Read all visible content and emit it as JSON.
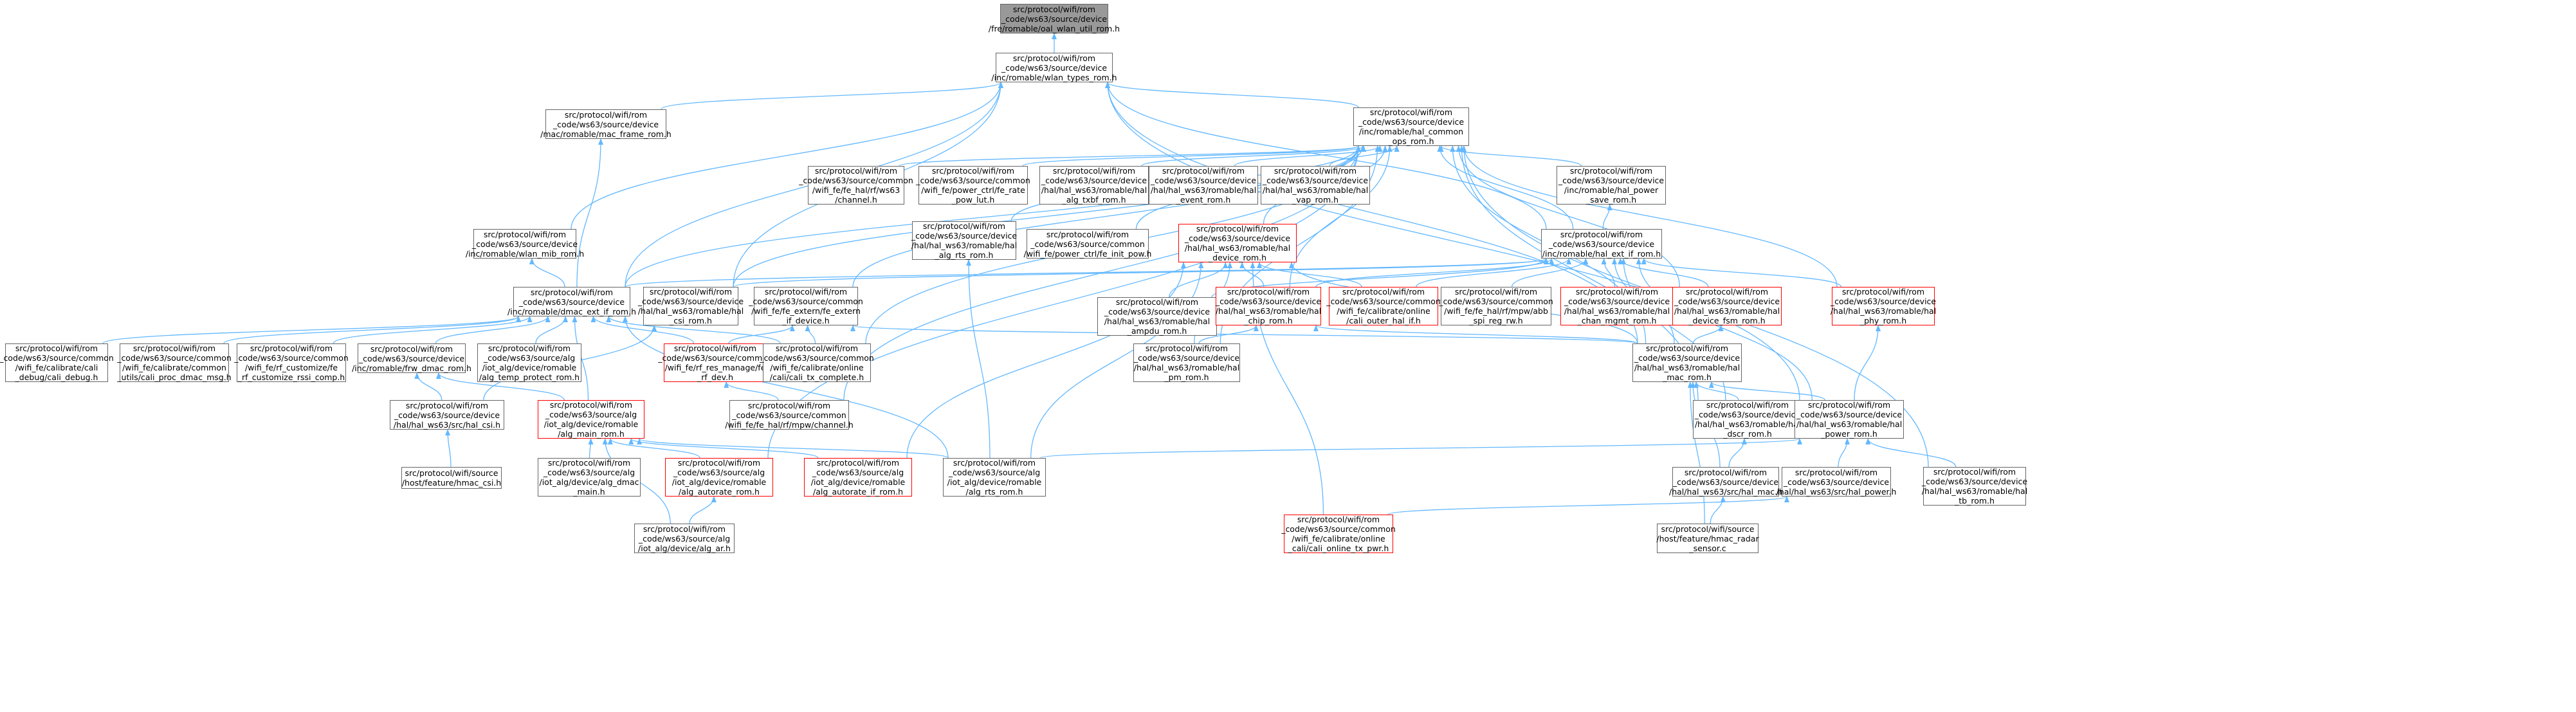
{
  "graph": {
    "arrow_color": "#63b8ff",
    "root_fill": "#999999",
    "highlight_border": "#ff0000",
    "nodes": [
      {
        "id": "n0",
        "lines": [
          "src/protocol/wifi/rom",
          "_code/ws63/source/device",
          "/fre/romable/oal_wlan_util_rom.h"
        ],
        "style": "root"
      },
      {
        "id": "n1",
        "lines": [
          "src/protocol/wifi/rom",
          "_code/ws63/source/device",
          "/inc/romable/wlan_types_rom.h"
        ]
      },
      {
        "id": "n2",
        "lines": [
          "src/protocol/wifi/rom",
          "_code/ws63/source/device",
          "/mac/romable/mac_frame_rom.h"
        ]
      },
      {
        "id": "n3",
        "lines": [
          "src/protocol/wifi/rom",
          "_code/ws63/source/device",
          "/inc/romable/hal_common",
          "_ops_rom.h"
        ]
      },
      {
        "id": "n4",
        "lines": [
          "src/protocol/wifi/rom",
          "_code/ws63/source/common",
          "/wifi_fe/fe_hal/rf/ws63",
          "/channel.h"
        ]
      },
      {
        "id": "n5",
        "lines": [
          "src/protocol/wifi/rom",
          "_code/ws63/source/common",
          "/wifi_fe/power_ctrl/fe_rate",
          "_pow_lut.h"
        ]
      },
      {
        "id": "n6",
        "lines": [
          "src/protocol/wifi/rom",
          "_code/ws63/source/device",
          "/hal/hal_ws63/romable/hal",
          "_alg_txbf_rom.h"
        ]
      },
      {
        "id": "n7",
        "lines": [
          "src/protocol/wifi/rom",
          "_code/ws63/source/device",
          "/hal/hal_ws63/romable/hal",
          "_event_rom.h"
        ]
      },
      {
        "id": "n8",
        "lines": [
          "src/protocol/wifi/rom",
          "_code/ws63/source/device",
          "/hal/hal_ws63/romable/hal",
          "_vap_rom.h"
        ]
      },
      {
        "id": "n9",
        "lines": [
          "src/protocol/wifi/rom",
          "_code/ws63/source/device",
          "/inc/romable/hal_power",
          "_save_rom.h"
        ]
      },
      {
        "id": "n10",
        "lines": [
          "src/protocol/wifi/rom",
          "_code/ws63/source/device",
          "/inc/romable/wlan_mib_rom.h"
        ]
      },
      {
        "id": "n11",
        "lines": [
          "src/protocol/wifi/rom",
          "_code/ws63/source/device",
          "/hal/hal_ws63/romable/hal",
          "_alg_rts_rom.h"
        ]
      },
      {
        "id": "n12",
        "lines": [
          "src/protocol/wifi/rom",
          "_code/ws63/source/common",
          "/wifi_fe/power_ctrl/fe_init_pow.h"
        ]
      },
      {
        "id": "n13",
        "lines": [
          "src/protocol/wifi/rom",
          "_code/ws63/source/device",
          "/hal/hal_ws63/romable/hal",
          "_device_rom.h"
        ],
        "style": "red"
      },
      {
        "id": "n14",
        "lines": [
          "src/protocol/wifi/rom",
          "_code/ws63/source/device",
          "/inc/romable/hal_ext_if_rom.h"
        ]
      },
      {
        "id": "n15",
        "lines": [
          "src/protocol/wifi/rom",
          "_code/ws63/source/device",
          "/inc/romable/dmac_ext_if_rom.h"
        ]
      },
      {
        "id": "n16",
        "lines": [
          "src/protocol/wifi/rom",
          "_code/ws63/source/device",
          "/hal/hal_ws63/romable/hal",
          "_csi_rom.h"
        ]
      },
      {
        "id": "n17",
        "lines": [
          "src/protocol/wifi/rom",
          "_code/ws63/source/common",
          "/wifi_fe/fe_extern/fe_extern",
          "_if_device.h"
        ]
      },
      {
        "id": "n18",
        "lines": [
          "src/protocol/wifi/rom",
          "_code/ws63/source/device",
          "/hal/hal_ws63/romable/hal",
          "_ampdu_rom.h"
        ]
      },
      {
        "id": "n19",
        "lines": [
          "src/protocol/wifi/rom",
          "_code/ws63/source/device",
          "/hal/hal_ws63/romable/hal",
          "_chip_rom.h"
        ],
        "style": "red"
      },
      {
        "id": "n20",
        "lines": [
          "src/protocol/wifi/rom",
          "_code/ws63/source/common",
          "/wifi_fe/calibrate/online",
          "/cali_outer_hal_if.h"
        ],
        "style": "red"
      },
      {
        "id": "n21",
        "lines": [
          "src/protocol/wifi/rom",
          "_code/ws63/source/common",
          "/wifi_fe/fe_hal/rf/mpw/abb",
          "_spi_reg_rw.h"
        ]
      },
      {
        "id": "n22",
        "lines": [
          "src/protocol/wifi/rom",
          "_code/ws63/source/device",
          "/hal/hal_ws63/romable/hal",
          "_chan_mgmt_rom.h"
        ],
        "style": "red"
      },
      {
        "id": "n23",
        "lines": [
          "src/protocol/wifi/rom",
          "_code/ws63/source/device",
          "/hal/hal_ws63/romable/hal",
          "_device_fsm_rom.h"
        ],
        "style": "red"
      },
      {
        "id": "n24",
        "lines": [
          "src/protocol/wifi/rom",
          "_code/ws63/source/device",
          "/hal/hal_ws63/romable/hal",
          "_phy_rom.h"
        ],
        "style": "red"
      },
      {
        "id": "n25",
        "lines": [
          "src/protocol/wifi/rom",
          "_code/ws63/source/common",
          "/wifi_fe/calibrate/cali",
          "_debug/cali_debug.h"
        ]
      },
      {
        "id": "n26",
        "lines": [
          "src/protocol/wifi/rom",
          "_code/ws63/source/common",
          "/wifi_fe/calibrate/common",
          "_utils/cali_proc_dmac_msg.h"
        ]
      },
      {
        "id": "n27",
        "lines": [
          "src/protocol/wifi/rom",
          "_code/ws63/source/common",
          "/wifi_fe/rf_customize/fe",
          "_rf_customize_rssi_comp.h"
        ]
      },
      {
        "id": "n28",
        "lines": [
          "src/protocol/wifi/rom",
          "_code/ws63/source/device",
          "/inc/romable/frw_dmac_rom.h"
        ]
      },
      {
        "id": "n29",
        "lines": [
          "src/protocol/wifi/rom",
          "_code/ws63/source/alg",
          "/iot_alg/device/romable",
          "/alg_temp_protect_rom.h"
        ]
      },
      {
        "id": "n30",
        "lines": [
          "src/protocol/wifi/rom",
          "_code/ws63/source/common",
          "/wifi_fe/rf_res_manage/fe",
          "_rf_dev.h"
        ],
        "style": "red"
      },
      {
        "id": "n31",
        "lines": [
          "src/protocol/wifi/rom",
          "_code/ws63/source/common",
          "/wifi_fe/calibrate/online",
          "/cali/cali_tx_complete.h"
        ]
      },
      {
        "id": "n32",
        "lines": [
          "src/protocol/wifi/rom",
          "_code/ws63/source/device",
          "/hal/hal_ws63/romable/hal",
          "_pm_rom.h"
        ]
      },
      {
        "id": "n33",
        "lines": [
          "src/protocol/wifi/rom",
          "_code/ws63/source/device",
          "/hal/hal_ws63/romable/hal",
          "_mac_rom.h"
        ]
      },
      {
        "id": "n34",
        "lines": [
          "src/protocol/wifi/rom",
          "_code/ws63/source/device",
          "/hal/hal_ws63/src/hal_csi.h"
        ]
      },
      {
        "id": "n35",
        "lines": [
          "src/protocol/wifi/rom",
          "_code/ws63/source/alg",
          "/iot_alg/device/romable",
          "/alg_main_rom.h"
        ],
        "style": "red"
      },
      {
        "id": "n36",
        "lines": [
          "src/protocol/wifi/rom",
          "_code/ws63/source/common",
          "/wifi_fe/fe_hal/rf/mpw/channel.h"
        ]
      },
      {
        "id": "n37",
        "lines": [
          "src/protocol/wifi/rom",
          "_code/ws63/source/device",
          "/hal/hal_ws63/romable/hal",
          "_dscr_rom.h"
        ]
      },
      {
        "id": "n38",
        "lines": [
          "src/protocol/wifi/rom",
          "_code/ws63/source/device",
          "/hal/hal_ws63/romable/hal",
          "_power_rom.h"
        ]
      },
      {
        "id": "n39",
        "lines": [
          "src/protocol/wifi/source",
          "/host/feature/hmac_csi.h"
        ]
      },
      {
        "id": "n40",
        "lines": [
          "src/protocol/wifi/rom",
          "_code/ws63/source/alg",
          "/iot_alg/device/alg_dmac",
          "_main.h"
        ]
      },
      {
        "id": "n41",
        "lines": [
          "src/protocol/wifi/rom",
          "_code/ws63/source/alg",
          "/iot_alg/device/romable",
          "/alg_autorate_rom.h"
        ],
        "style": "red"
      },
      {
        "id": "n42",
        "lines": [
          "src/protocol/wifi/rom",
          "_code/ws63/source/alg",
          "/iot_alg/device/romable",
          "/alg_autorate_if_rom.h"
        ],
        "style": "red"
      },
      {
        "id": "n43",
        "lines": [
          "src/protocol/wifi/rom",
          "_code/ws63/source/alg",
          "/iot_alg/device/romable",
          "/alg_rts_rom.h"
        ]
      },
      {
        "id": "n44",
        "lines": [
          "src/protocol/wifi/rom",
          "_code/ws63/source/device",
          "/hal/hal_ws63/src/hal_mac.h"
        ]
      },
      {
        "id": "n45",
        "lines": [
          "src/protocol/wifi/rom",
          "_code/ws63/source/device",
          "/hal/hal_ws63/src/hal_power.h"
        ]
      },
      {
        "id": "n46",
        "lines": [
          "src/protocol/wifi/rom",
          "_code/ws63/source/device",
          "/hal/hal_ws63/romable/hal",
          "_tb_rom.h"
        ]
      },
      {
        "id": "n47",
        "lines": [
          "src/protocol/wifi/rom",
          "_code/ws63/source/alg",
          "/iot_alg/device/alg_ar.h"
        ]
      },
      {
        "id": "n48",
        "lines": [
          "src/protocol/wifi/rom",
          "_code/ws63/source/common",
          "/wifi_fe/calibrate/online",
          "_cali/cali_online_tx_pwr.h"
        ],
        "style": "red"
      },
      {
        "id": "n49",
        "lines": [
          "src/protocol/wifi/source",
          "/host/feature/hmac_radar",
          "_sensor.c"
        ]
      }
    ],
    "edges": [
      [
        "n1",
        "n0"
      ],
      [
        "n3",
        "n1"
      ],
      [
        "n2",
        "n1"
      ],
      [
        "n10",
        "n1"
      ],
      [
        "n14",
        "n1"
      ],
      [
        "n15",
        "n1"
      ],
      [
        "n16",
        "n1"
      ],
      [
        "n33",
        "n1"
      ],
      [
        "n38",
        "n1"
      ],
      [
        "n4",
        "n3"
      ],
      [
        "n5",
        "n3"
      ],
      [
        "n6",
        "n3"
      ],
      [
        "n7",
        "n3"
      ],
      [
        "n8",
        "n3"
      ],
      [
        "n9",
        "n3"
      ],
      [
        "n11",
        "n3"
      ],
      [
        "n12",
        "n3"
      ],
      [
        "n13",
        "n3"
      ],
      [
        "n14",
        "n3"
      ],
      [
        "n15",
        "n3"
      ],
      [
        "n16",
        "n3"
      ],
      [
        "n17",
        "n3"
      ],
      [
        "n19",
        "n3"
      ],
      [
        "n23",
        "n3"
      ],
      [
        "n24",
        "n3"
      ],
      [
        "n31",
        "n3"
      ],
      [
        "n32",
        "n3"
      ],
      [
        "n33",
        "n3"
      ],
      [
        "n36",
        "n3"
      ],
      [
        "n37",
        "n3"
      ],
      [
        "n41",
        "n3"
      ],
      [
        "n46",
        "n3"
      ],
      [
        "n15",
        "n2"
      ],
      [
        "n15",
        "n10"
      ],
      [
        "n14",
        "n9"
      ],
      [
        "n15",
        "n14"
      ],
      [
        "n16",
        "n14"
      ],
      [
        "n18",
        "n14"
      ],
      [
        "n19",
        "n14"
      ],
      [
        "n20",
        "n14"
      ],
      [
        "n21",
        "n14"
      ],
      [
        "n22",
        "n14"
      ],
      [
        "n23",
        "n14"
      ],
      [
        "n24",
        "n14"
      ],
      [
        "n33",
        "n14"
      ],
      [
        "n37",
        "n14"
      ],
      [
        "n38",
        "n14"
      ],
      [
        "n18",
        "n13"
      ],
      [
        "n19",
        "n13"
      ],
      [
        "n20",
        "n13"
      ],
      [
        "n32",
        "n13"
      ],
      [
        "n33",
        "n13"
      ],
      [
        "n42",
        "n13"
      ],
      [
        "n43",
        "n13"
      ],
      [
        "n48",
        "n13"
      ],
      [
        "n25",
        "n15"
      ],
      [
        "n26",
        "n15"
      ],
      [
        "n27",
        "n15"
      ],
      [
        "n28",
        "n15"
      ],
      [
        "n29",
        "n15"
      ],
      [
        "n30",
        "n15"
      ],
      [
        "n31",
        "n15"
      ],
      [
        "n35",
        "n15"
      ],
      [
        "n43",
        "n15"
      ],
      [
        "n34",
        "n16"
      ],
      [
        "n30",
        "n17"
      ],
      [
        "n31",
        "n17"
      ],
      [
        "n33",
        "n17"
      ],
      [
        "n33",
        "n19"
      ],
      [
        "n32",
        "n19"
      ],
      [
        "n33",
        "n23"
      ],
      [
        "n38",
        "n24"
      ],
      [
        "n35",
        "n28"
      ],
      [
        "n34",
        "n28"
      ],
      [
        "n36",
        "n30"
      ],
      [
        "n43",
        "n11"
      ],
      [
        "n37",
        "n33"
      ],
      [
        "n38",
        "n33"
      ],
      [
        "n44",
        "n33"
      ],
      [
        "n49",
        "n33"
      ],
      [
        "n39",
        "n34"
      ],
      [
        "n40",
        "n35"
      ],
      [
        "n41",
        "n35"
      ],
      [
        "n42",
        "n35"
      ],
      [
        "n43",
        "n35"
      ],
      [
        "n47",
        "n35"
      ],
      [
        "n44",
        "n37"
      ],
      [
        "n45",
        "n38"
      ],
      [
        "n46",
        "n38"
      ],
      [
        "n43",
        "n38"
      ],
      [
        "n47",
        "n41"
      ],
      [
        "n48",
        "n45"
      ],
      [
        "n49",
        "n44"
      ]
    ]
  }
}
